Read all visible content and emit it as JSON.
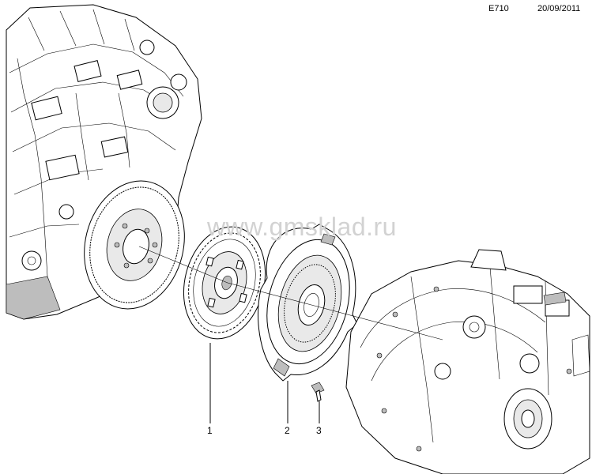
{
  "header": {
    "code": "E710",
    "date": "20/09/2011"
  },
  "watermark": "www.gmsklad.ru",
  "callouts": [
    {
      "label": "1",
      "part": "clutch-disc"
    },
    {
      "label": "2",
      "part": "pressure-plate"
    },
    {
      "label": "3",
      "part": "bolt"
    }
  ]
}
